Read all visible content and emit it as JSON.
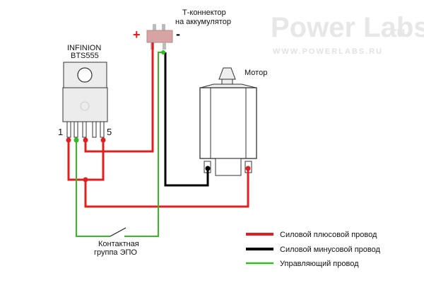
{
  "watermark": {
    "title": "Power Labs",
    "suffix": ".ru",
    "url": "WWW.POWERLABS.RU"
  },
  "connector": {
    "label_line1": "Т-коннектор",
    "label_line2": "на аккумулятор",
    "plus_sign": "+",
    "minus_sign": "-"
  },
  "chip": {
    "name_line1": "INFINION",
    "name_line2": "BTS555",
    "pin_first": "1",
    "pin_last": "5"
  },
  "motor": {
    "label": "Мотор"
  },
  "switch": {
    "label_line1": "Контактная",
    "label_line2": "группа ЭПО"
  },
  "legend": [
    {
      "label": "Силовой плюсовой провод",
      "color": "#e02020"
    },
    {
      "label": "Силовой минусовой провод",
      "color": "#000000"
    },
    {
      "label": "Управляющий провод",
      "color": "#33bb22"
    }
  ],
  "colors": {
    "red_wire": "#e02020",
    "black_wire": "#000000",
    "green_wire": "#33bb22"
  }
}
